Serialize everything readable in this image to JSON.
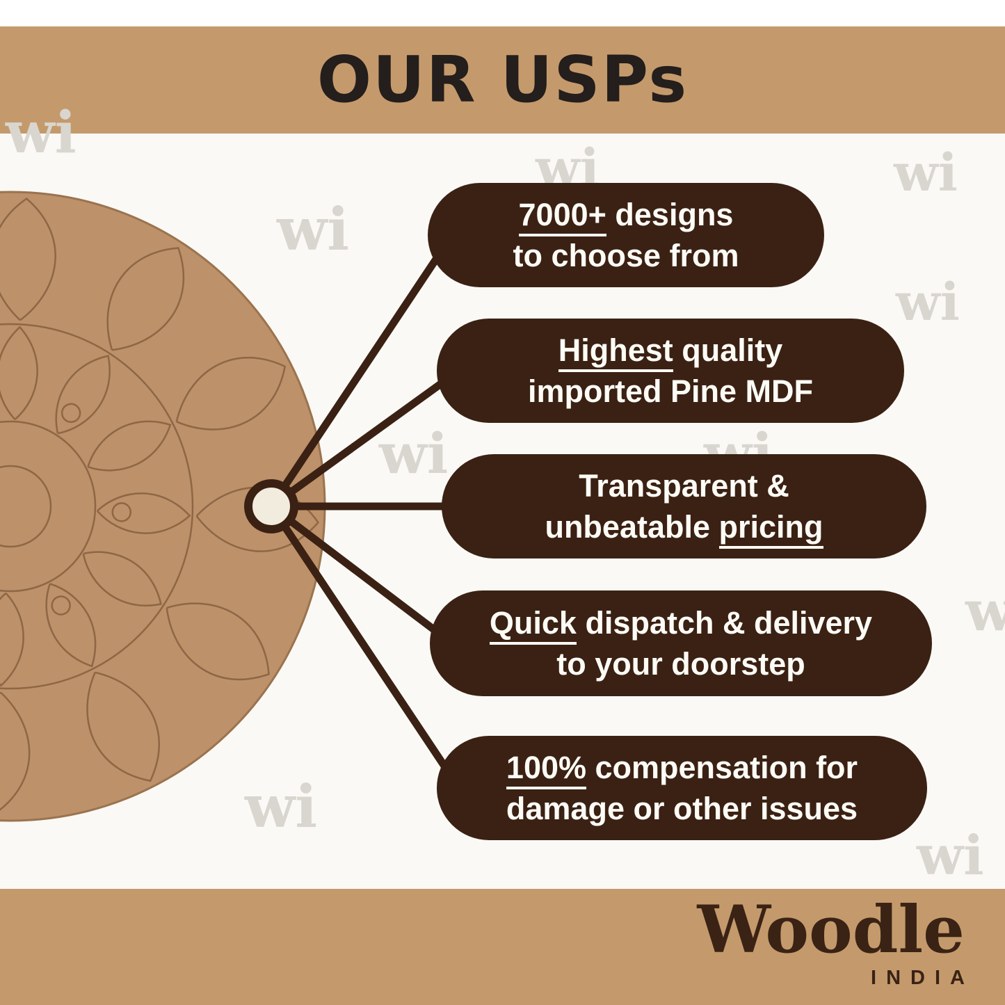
{
  "header": {
    "title": "OUR USPs"
  },
  "watermark": {
    "text": "wi"
  },
  "diagram": {
    "pills": [
      {
        "line1": {
          "pre": "",
          "u": "7000+",
          "post": " designs"
        },
        "line2": {
          "pre": "to choose from",
          "u": "",
          "post": ""
        }
      },
      {
        "line1": {
          "pre": "",
          "u": "Highest",
          "post": " quality"
        },
        "line2": {
          "pre": "imported Pine MDF",
          "u": "",
          "post": ""
        }
      },
      {
        "line1": {
          "pre": "Transparent &",
          "u": "",
          "post": ""
        },
        "line2": {
          "pre": "unbeatable ",
          "u": "pricing",
          "post": ""
        }
      },
      {
        "line1": {
          "pre": "",
          "u": "Quick",
          "post": " dispatch & delivery"
        },
        "line2": {
          "pre": "to your doorstep",
          "u": "",
          "post": ""
        }
      },
      {
        "line1": {
          "pre": "",
          "u": "100%",
          "post": " compensation for"
        },
        "line2": {
          "pre": "damage or other issues",
          "u": "",
          "post": ""
        }
      }
    ]
  },
  "footer": {
    "brand": "Woodle",
    "country": "INDIA"
  },
  "colors": {
    "band": "#c49a6c",
    "pill_bg": "#3a2113",
    "pill_text": "#fdfbf6",
    "title_text": "#241e1c",
    "disc": "#bd9169",
    "disc_lineart": "#8d6745",
    "connector": "#3a2113",
    "hub_fill": "#f2ecdf",
    "watermark": "#d9d6cf",
    "logo": "#3a2315",
    "background": "#faf9f6"
  }
}
